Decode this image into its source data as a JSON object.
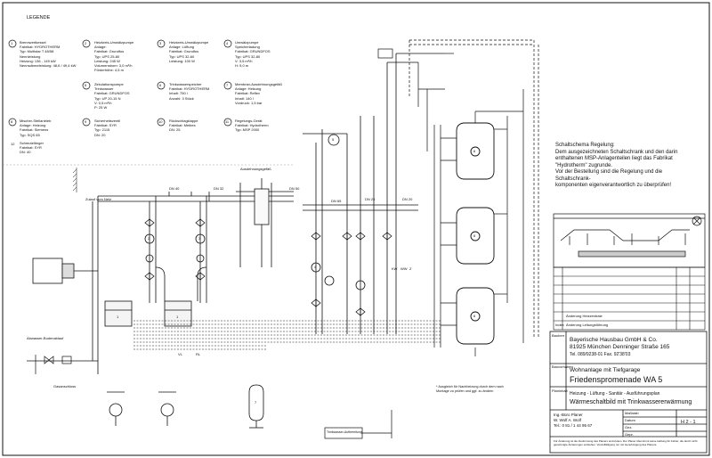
{
  "legend": {
    "title": "LEGENDE",
    "items": [
      {
        "num": "1",
        "lines": [
          "Brennwertkessel",
          "Fabrikat: HYDROTHERM",
          "Typ: Multistar T 48/58",
          "Nennleistung",
          "Heizung: 136 - 149 kW",
          "Nennwärmeleistung: 48,6 / 49,4 kW"
        ]
      },
      {
        "num": "2",
        "lines": [
          "Heizkreis-Umwälzpumpe",
          "Anlage:",
          "Fabrikat: Grundfos",
          "Typ: UPS 25-80",
          "Leistung: 245 W",
          "Volumenstrom: 3,0 m³/h",
          "Förderhöhe: 4,5 m"
        ]
      },
      {
        "num": "3",
        "lines": [
          "Heizkreis-Umwälzpumpe",
          "Anlage: Lüftung",
          "Fabrikat: Grundfos",
          "Typ: UPS 32-60",
          "Leistung: 100 W"
        ]
      },
      {
        "num": "4",
        "lines": [
          "Umwälzpumpe",
          "Speicherladung",
          "Fabrikat: GRUNDFOS",
          "Typ: UPS 32-80",
          "V: 3,5 m³/h",
          "H: 5,0 m"
        ]
      },
      {
        "num": "5",
        "lines": [
          "Zirkulationspumpe",
          "Trinkwasser",
          "Fabrikat: GRUNDFOS",
          "Typ: UP 20-15 N",
          "V: 0,5 m³/h",
          "P: 25 W"
        ]
      },
      {
        "num": "6",
        "lines": [
          "Trinkwasserspeicher",
          "Fabrikat: HYDROTHERM",
          "Inhalt: 750 l",
          "Anzahl: 3 Stück"
        ]
      },
      {
        "num": "7",
        "lines": [
          "Membran-Ausdehnungsgefäß",
          "Anlage: Heizung",
          "Fabrikat: Reflex",
          "Inhalt: 140 l",
          "Vordruck: 1,5 bar"
        ]
      },
      {
        "num": "8",
        "lines": [
          "Mischer-Stellantrieb",
          "Anlage: Heizung",
          "Fabrikat: Siemens",
          "Typ: SQS 65"
        ]
      },
      {
        "num": "9",
        "lines": [
          "Sicherheitsventil",
          "Fabrikat: SYR",
          "Typ: 2115",
          "DN: 20"
        ]
      },
      {
        "num": "10",
        "lines": [
          "Rückschlagklappe",
          "Fabrikat: Meibes",
          "DN: 25"
        ]
      },
      {
        "num": "11",
        "lines": [
          "Regelungs-Gerät",
          "Fabrikat: Hydrotherm",
          "Typ: MSP 2000"
        ]
      },
      {
        "num": "12",
        "lines": [
          "Schmutzfänger",
          "Fabrikat: SYR",
          "DN: 40"
        ]
      }
    ]
  },
  "notes": {
    "schaltschema": [
      "Schaltschema Regelung:",
      "Dem ausgezeichneten Schaltschrank und den darin",
      "enthaltenen MSP-Anlagenteilen liegt das Fabrikat",
      "\"Hydrotherm\" zugrunde.",
      "",
      "Vor der Bestellung sind die Regelung und die",
      "Schaltschrank-",
      "komponenten eigenverantwortlich zu überprüfen!"
    ],
    "feed_label": "Zulauf vom Netz",
    "gas_label": "Gasanschluss",
    "expansion_label": "Ausdehnungsgefäß",
    "drain_label": "Abwasser-Bodenablauf",
    "treatment_label": "Trinkwasser-Aufbereitung",
    "note_bottom": [
      "* Ausgleich für Nachheizung durch dem nach",
      "Montage zu prüfen und ggf. zu ändern"
    ]
  },
  "title_block": {
    "bauherr_label": "Bauherr",
    "bauherr": [
      "Bayerische Hausbau GmbH & Co.",
      "81925 München  Denninger Straße 165",
      "Tel. 089/9238-01    Fax. 92'38'03"
    ],
    "bauvorhaben_label": "Bauvorhaben",
    "bauvorhaben": [
      "Wohnanlage mit Tiefgarage",
      "Friedenspromenade WA 5"
    ],
    "planinhalt_label": "Planinhalt",
    "planinhalt": [
      "Heizung - Lüftung - Sanitär - Ausführungsplan",
      "Wärmeschaltbild mit Trinkwassererwärmung"
    ],
    "planer": [
      "Ing.-Büro Planer",
      "W. Wolf  A. Wolf",
      "Tel.: 0 81 / 1 44 95 67"
    ],
    "rows": [
      "Maßstab",
      "Datum",
      "Gez.",
      "Gepr."
    ],
    "plan_nr": "H 2 - 1",
    "index_label": "Index",
    "revisions": [
      "Änderung Heizzentrale",
      "Änderung Leitungsführung"
    ],
    "footer": "Für Änderung ist die Zustimmung des Planers einzuholen. Der Planer übernimmt keine Haftung für Fehler, die durch nicht genehmigte Änderungen entstehen. Vervielfältigung nur mit Genehmigung des Planers."
  },
  "pipe_labels": [
    "DN 40",
    "DN 32",
    "DN 25",
    "DN 50",
    "DN 65",
    "DN 20",
    "VL",
    "RL",
    "KW",
    "WW",
    "Z"
  ],
  "equipment": {
    "boiler_left": "1",
    "boiler_right": "1",
    "tank_top": "6",
    "tank_mid": "6",
    "tank_bot": "6",
    "vessel": "7",
    "dhw_1": "5",
    "pump_a": "2",
    "pump_b": "3",
    "pump_c": "4"
  }
}
